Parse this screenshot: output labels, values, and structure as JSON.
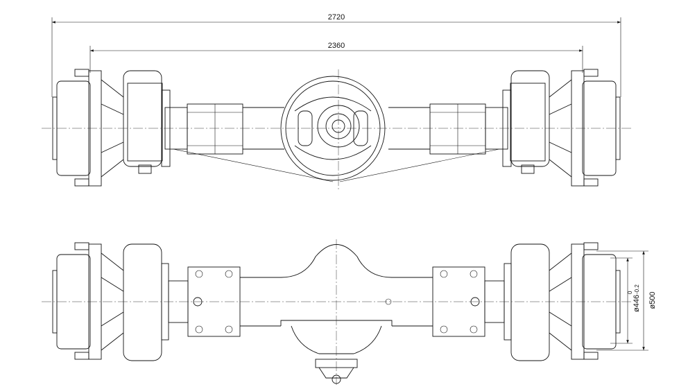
{
  "drawing": {
    "overall_width_label": "2720",
    "track_width_label": "2360",
    "flange_diameter_label": "ø500",
    "spigot_diameter_label": "ø446",
    "spigot_tolerance_upper": "0",
    "spigot_tolerance_lower": "-0.2"
  },
  "colors": {
    "line": "#111111",
    "background": "#ffffff"
  }
}
